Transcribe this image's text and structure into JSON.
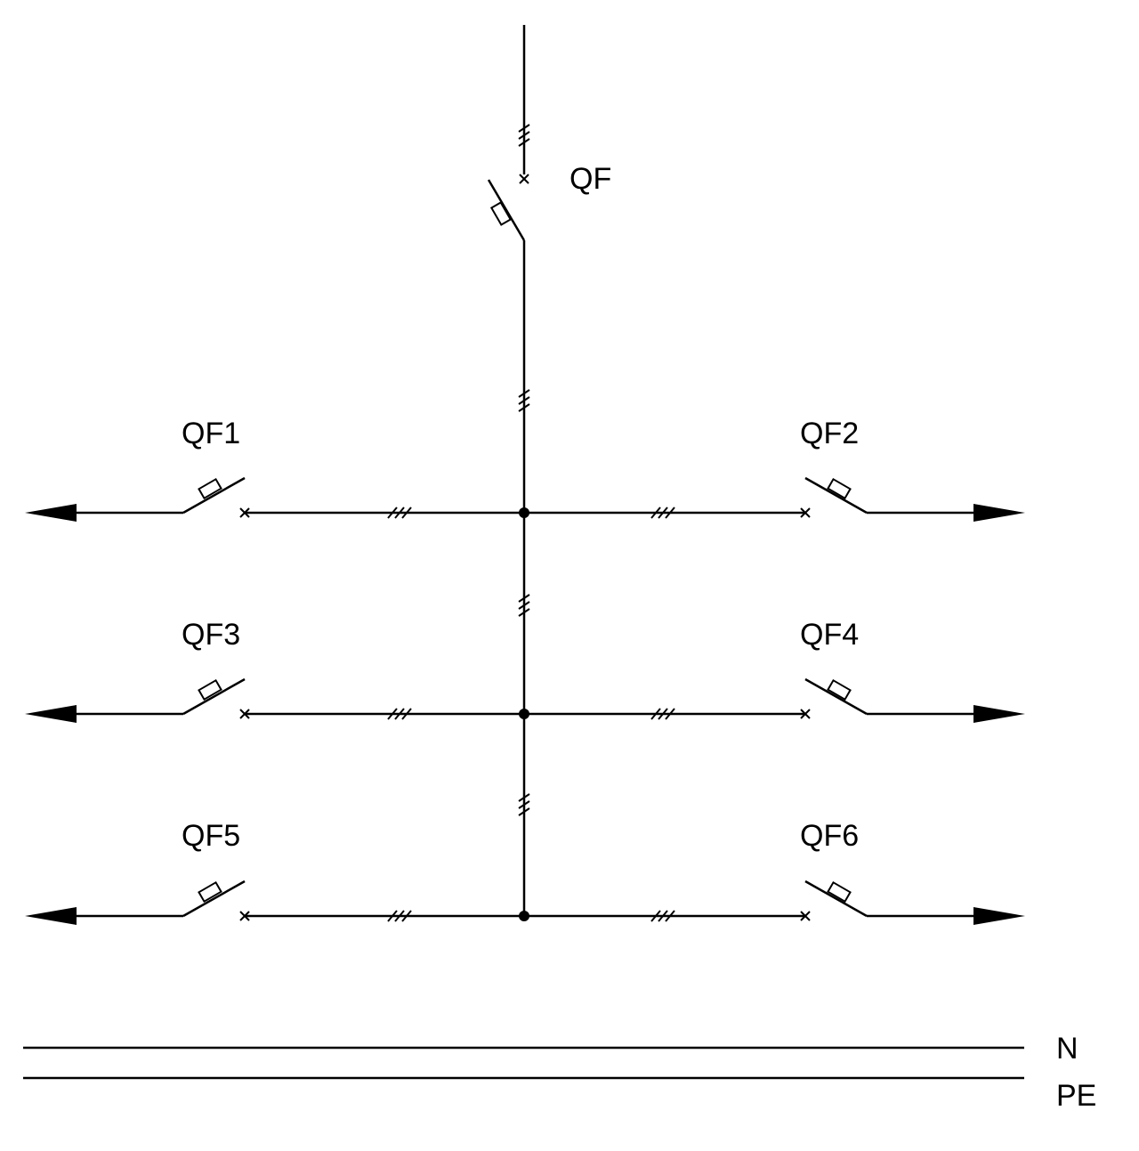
{
  "main_breaker": {
    "label": "QF"
  },
  "branches": [
    {
      "label": "QF1",
      "side": "left"
    },
    {
      "label": "QF2",
      "side": "right"
    },
    {
      "label": "QF3",
      "side": "left"
    },
    {
      "label": "QF4",
      "side": "right"
    },
    {
      "label": "QF5",
      "side": "left"
    },
    {
      "label": "QF6",
      "side": "right"
    }
  ],
  "conductors": [
    {
      "label": "N"
    },
    {
      "label": "PE"
    }
  ]
}
